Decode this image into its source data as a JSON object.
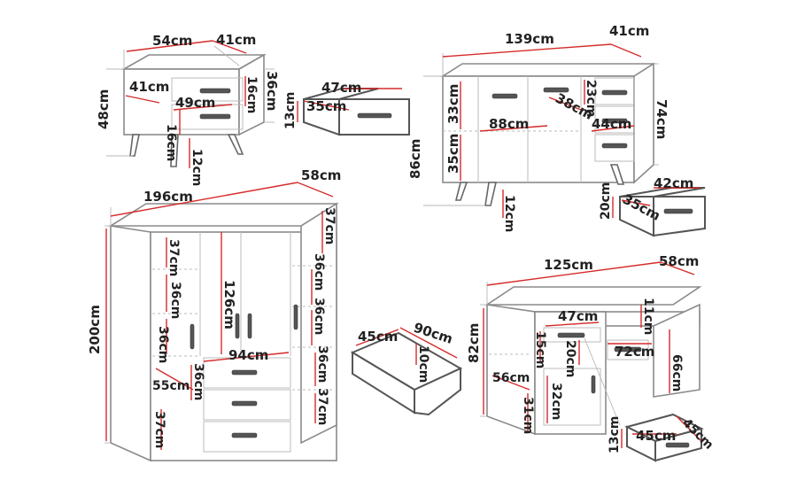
{
  "nightstand": {
    "width": "54cm",
    "depth": "41cm",
    "height": "48cm",
    "body_height": "36cm",
    "inner_depth": "41cm",
    "inner_width": "49cm",
    "drawer_front_top": "16cm",
    "drawer_front_bottom": "16cm",
    "leg_height": "12cm",
    "drawer": {
      "width": "47cm",
      "depth": "35cm",
      "height": "13cm"
    }
  },
  "sideboard": {
    "width": "139cm",
    "depth": "41cm",
    "height": "86cm",
    "body_height": "74cm",
    "shelf_top": "33cm",
    "shelf_bottom": "35cm",
    "inner_width": "88cm",
    "inner_depth": "38cm",
    "drawer_front": "23cm",
    "drawer_inner_width": "44cm",
    "leg_height": "12cm",
    "drawer": {
      "width": "42cm",
      "depth": "35cm",
      "height": "20cm"
    }
  },
  "wardrobe": {
    "width": "196cm",
    "depth": "58cm",
    "height": "200cm",
    "left_shelves": [
      "37cm",
      "36cm",
      "36cm",
      "36cm",
      "37cm"
    ],
    "hanging_height": "126cm",
    "inner_width": "94cm",
    "inner_depth": "55cm",
    "right_top": "37cm",
    "right_shelves": [
      "36cm",
      "36cm",
      "36cm",
      "37cm"
    ],
    "drawer": {
      "width": "45cm",
      "depth": "90cm",
      "height": "10cm"
    }
  },
  "desk": {
    "width": "125cm",
    "depth": "58cm",
    "height": "82cm",
    "drawer_inner_width": "47cm",
    "top_gap": "11cm",
    "drawer_front": "15cm",
    "drawer_inner": "20cm",
    "knee_width": "72cm",
    "knee_height": "66cm",
    "side_depth": "56cm",
    "cabinet_inner": "32cm",
    "bottom_shelf": "31cm",
    "drawer": {
      "width": "45cm",
      "depth": "45cm",
      "height": "13cm"
    }
  }
}
